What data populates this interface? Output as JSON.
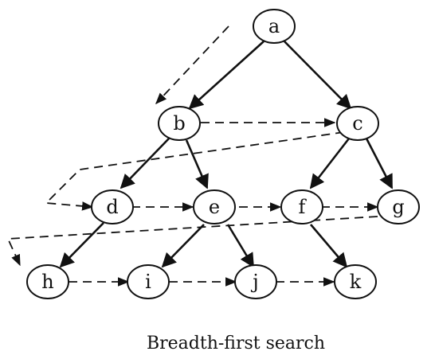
{
  "diagram": {
    "caption": "Breadth-first search",
    "nodes": {
      "a": "a",
      "b": "b",
      "c": "c",
      "d": "d",
      "e": "e",
      "f": "f",
      "g": "g",
      "h": "h",
      "i": "i",
      "j": "j",
      "k": "k"
    },
    "tree_edges": [
      [
        "a",
        "b"
      ],
      [
        "a",
        "c"
      ],
      [
        "b",
        "d"
      ],
      [
        "b",
        "e"
      ],
      [
        "c",
        "f"
      ],
      [
        "c",
        "g"
      ],
      [
        "d",
        "h"
      ],
      [
        "e",
        "i"
      ],
      [
        "e",
        "j"
      ],
      [
        "f",
        "k"
      ]
    ],
    "traversal_order": [
      "a",
      "b",
      "c",
      "d",
      "e",
      "f",
      "g",
      "h",
      "i",
      "j",
      "k"
    ]
  }
}
